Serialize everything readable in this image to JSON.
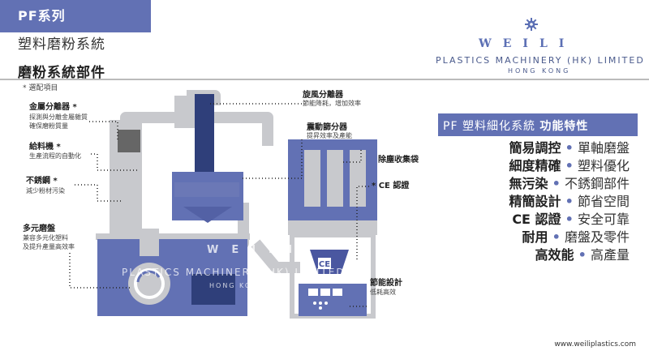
{
  "header": {
    "series": "PF系列",
    "subtitle": "塑料磨粉系統",
    "section": "磨粉系統部件",
    "note": "* 選配項目"
  },
  "logo": {
    "wordmark": "WEILI",
    "line1": "PLASTICS MACHINERY (HK) LIMITED",
    "line2": "HONG KONG",
    "icon": "gear-icon"
  },
  "watermark": {
    "wordmark": "WEILI",
    "line1": "PLASTICS MACHINERY (HK) LIMITED",
    "line2": "HONG KONG"
  },
  "components": [
    {
      "label": "金屬分離器 *",
      "desc": [
        "探測與分離金屬雜質",
        "確保磨粉質量"
      ]
    },
    {
      "label": "給料機 *",
      "desc": [
        "生產流程的自動化"
      ]
    },
    {
      "label": "不銹鋼 *",
      "desc": [
        "減少粉材污染"
      ]
    },
    {
      "label": "多元磨盤",
      "desc": [
        "兼容多元化塑料",
        "及提升產量高效率"
      ]
    },
    {
      "label": "旋風分離器",
      "desc": [
        "節能降耗，增加效率"
      ]
    },
    {
      "label": "震動篩分器",
      "desc": [
        "提昇效率及產能"
      ]
    },
    {
      "label": "除塵收集袋",
      "desc": []
    },
    {
      "label": "* CE 認證",
      "desc": []
    },
    {
      "label": "節能設計",
      "desc": [
        "低耗高效"
      ]
    }
  ],
  "features": {
    "title_a": "PF 塑料細化系統",
    "title_b": "功能特性",
    "rows": [
      {
        "key": "簡易調控",
        "value": "單軸磨盤"
      },
      {
        "key": "細度精確",
        "value": "塑料優化"
      },
      {
        "key": "無污染",
        "value": "不銹鋼部件"
      },
      {
        "key": "精簡設計",
        "value": "節省空間"
      },
      {
        "key": "CE 認證",
        "value": "安全可靠"
      },
      {
        "key": "耐用",
        "value": "磨盤及零件"
      },
      {
        "key": "高效能",
        "value": "高產量"
      }
    ]
  },
  "machine_badge": "CE",
  "footer": {
    "url": "www.weiliplastics.com"
  },
  "colors": {
    "accent": "#6271b4",
    "dark_blue": "#2f3f7a",
    "pipe_gray": "#c8c9cd"
  }
}
